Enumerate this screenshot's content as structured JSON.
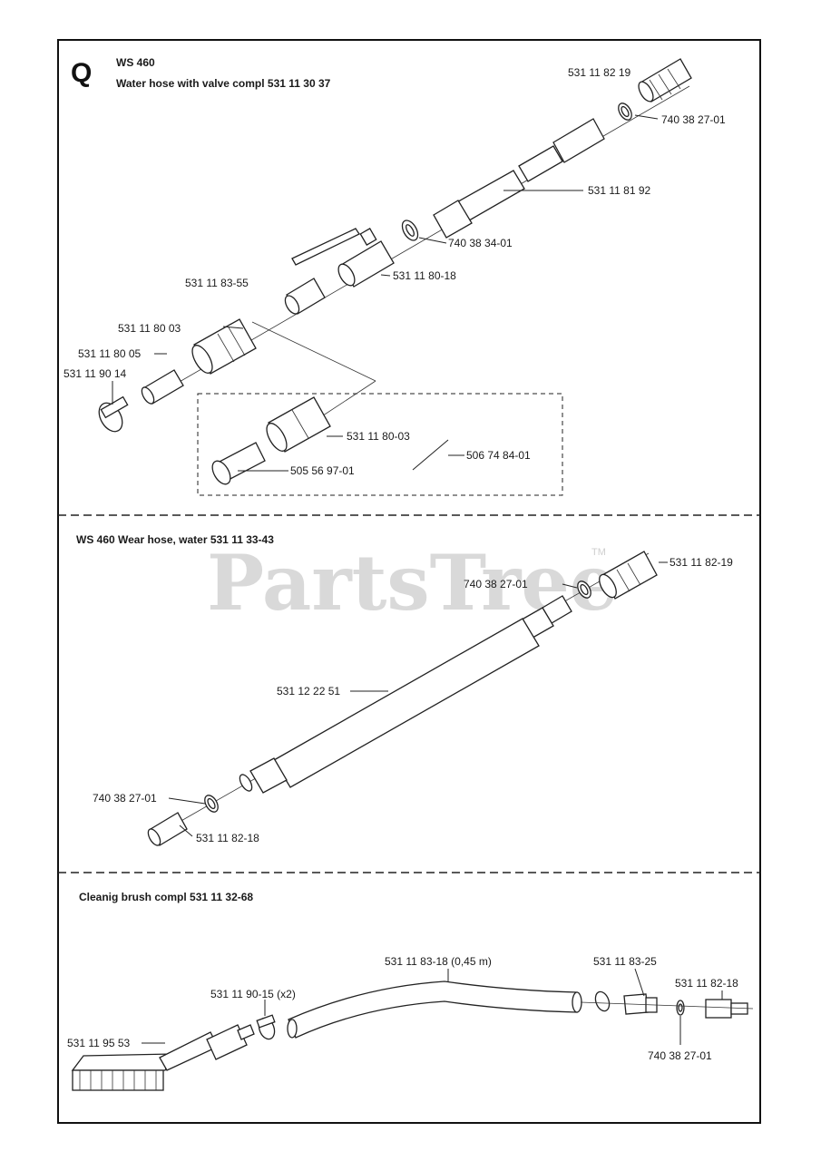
{
  "watermark": {
    "text": "PartsTree",
    "tm": "TM"
  },
  "section_q": {
    "letter": "Q",
    "model": "WS 460",
    "title": "Water hose with valve compl 531 11 30 37",
    "parts": {
      "coupling_top": "531 11 82 19",
      "seal_top": "740 38 27-01",
      "hose": "531 11 81 92",
      "seal_mid": "740 38 34-01",
      "valve": "531 11 80-18",
      "nipple": "531 11 83-55",
      "coupling": "531 11 80 03",
      "adapter": "531 11 80 05",
      "clamp": "531 11 90 14",
      "alt_coupling": "531 11 80-03",
      "alt_kit": "506 74 84-01",
      "alt_adapter": "505 56 97-01"
    }
  },
  "section_wear": {
    "title": "WS 460 Wear hose, water 531 11 33-43",
    "parts": {
      "coupling": "531 11 82-19",
      "seal_top": "740 38 27-01",
      "hose": "531 12 22 51",
      "seal_bottom": "740 38 27-01",
      "nipple": "531 11 82-18"
    }
  },
  "section_brush": {
    "title": "Cleanig brush compl 531 11 32-68",
    "parts": {
      "hose": "531 11 83-18 (0,45 m)",
      "coupling": "531 11 83-25",
      "nipple": "531 11 82-18",
      "clamp": "531 11 90-15 (x2)",
      "brush": "531 11 95 53",
      "seal": "740 38 27-01"
    }
  }
}
